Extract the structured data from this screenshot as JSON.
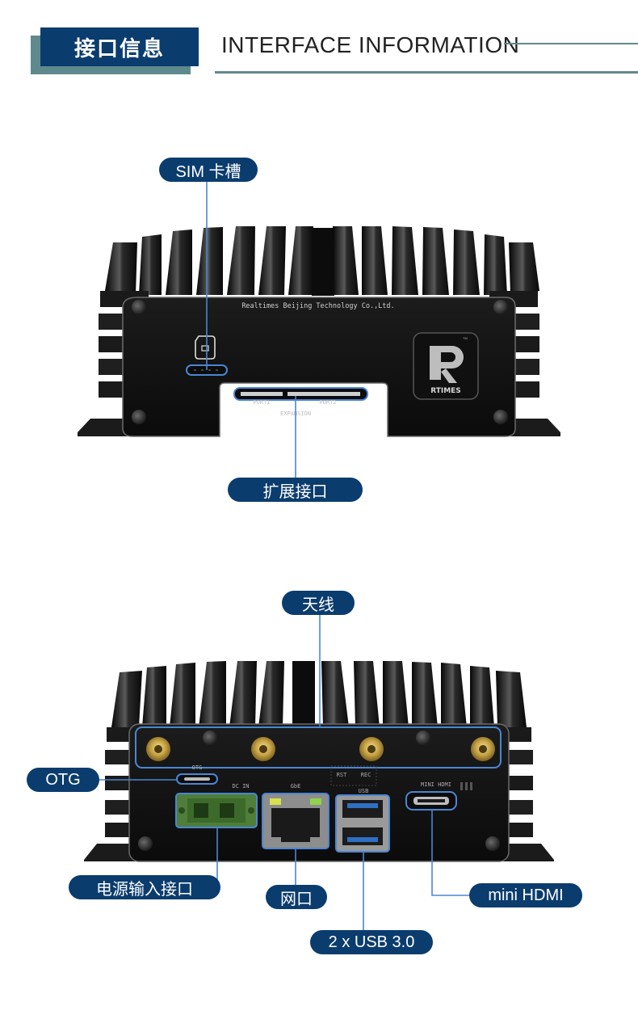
{
  "header": {
    "title_cn": "接口信息",
    "title_en": "INTERFACE INFORMATION"
  },
  "front": {
    "company_text": "Realtimes Beijing Technology Co.,Ltd.",
    "logo_text": "RTIMES",
    "logo_tm": "TM",
    "port1_label": "PORT1",
    "port2_label": "PORT2",
    "expansion_label": "EXPANSION",
    "callouts": {
      "sim": "SIM 卡槽",
      "expansion": "扩展接口"
    }
  },
  "back": {
    "otg_label": "OTG",
    "dcin_label": "DC IN",
    "gbe_label": "GbE",
    "rst_label": "RST",
    "rec_label": "REC",
    "usb_label": "USB",
    "hdmi_label": "MINI HDMI",
    "callouts": {
      "antenna": "天线",
      "otg": "OTG",
      "power": "电源输入接口",
      "network": "网口",
      "usb": "2 x USB 3.0",
      "hdmi": "mini HDMI"
    }
  },
  "colors": {
    "accent_navy": "#0b3c6e",
    "accent_teal": "#5e8a8e",
    "device_black": "#141414",
    "highlight_blue": "#4a86d4"
  }
}
